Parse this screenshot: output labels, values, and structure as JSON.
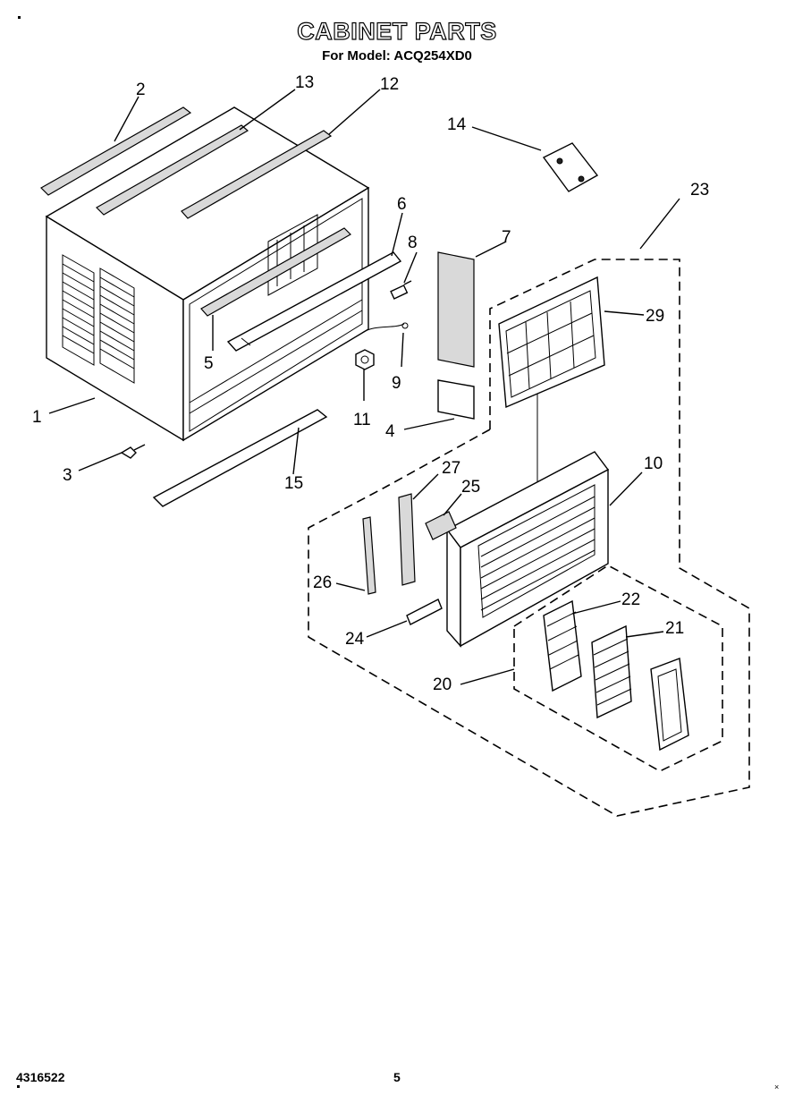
{
  "header": {
    "title": "CABINET PARTS",
    "subtitle": "For Model: ACQ254XD0"
  },
  "footer": {
    "doc_number": "4316522",
    "page_number": "5"
  },
  "callouts": [
    {
      "id": "1",
      "label": "1"
    },
    {
      "id": "2",
      "label": "2"
    },
    {
      "id": "3",
      "label": "3"
    },
    {
      "id": "4",
      "label": "4"
    },
    {
      "id": "5a",
      "label": "5"
    },
    {
      "id": "6",
      "label": "6"
    },
    {
      "id": "7",
      "label": "7"
    },
    {
      "id": "8",
      "label": "8"
    },
    {
      "id": "9",
      "label": "9"
    },
    {
      "id": "10",
      "label": "10"
    },
    {
      "id": "11",
      "label": "11"
    },
    {
      "id": "12",
      "label": "12"
    },
    {
      "id": "13",
      "label": "13"
    },
    {
      "id": "14",
      "label": "14"
    },
    {
      "id": "15",
      "label": "15"
    },
    {
      "id": "20",
      "label": "20"
    },
    {
      "id": "21",
      "label": "21"
    },
    {
      "id": "22",
      "label": "22"
    },
    {
      "id": "23",
      "label": "23"
    },
    {
      "id": "24",
      "label": "24"
    },
    {
      "id": "25",
      "label": "25"
    },
    {
      "id": "26",
      "label": "26"
    },
    {
      "id": "27",
      "label": "27"
    },
    {
      "id": "29",
      "label": "29"
    }
  ]
}
